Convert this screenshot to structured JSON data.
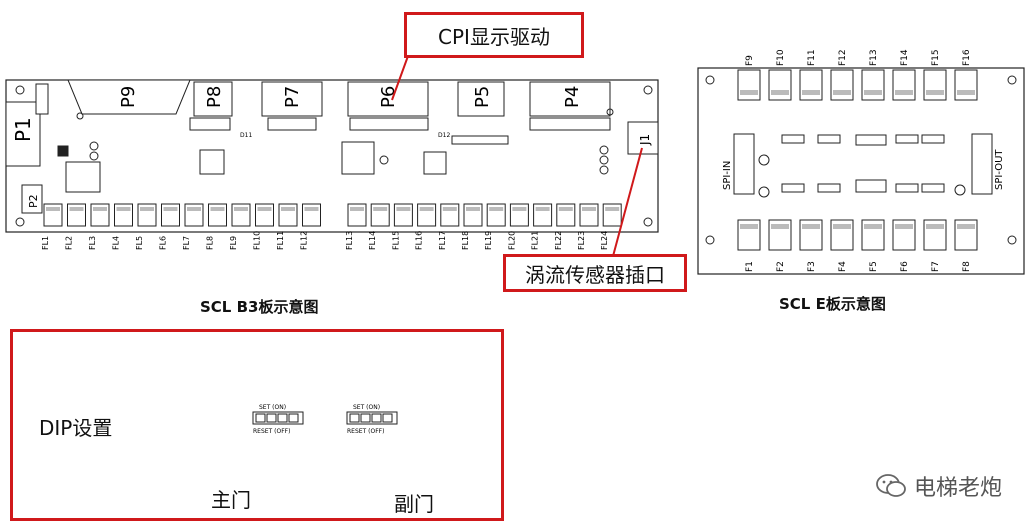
{
  "board_b3": {
    "connectors": [
      "P1",
      "P2",
      "P9",
      "P8",
      "P7",
      "P6",
      "P5",
      "P4",
      "J1"
    ],
    "fl_labels": [
      "FL1",
      "FL2",
      "FL3",
      "FL4",
      "FL5",
      "FL6",
      "FL7",
      "FL8",
      "FL9",
      "FL10",
      "FL11",
      "FL12",
      "FL13",
      "FL14",
      "FL15",
      "FL16",
      "FL17",
      "FL18",
      "FL19",
      "FL20",
      "FL21",
      "FL22",
      "FL23",
      "FL24"
    ],
    "small_labels": [
      "D11",
      "D12"
    ],
    "caption": "SCL B3板示意图"
  },
  "board_e": {
    "top_labels": [
      "F9",
      "F10",
      "F11",
      "F12",
      "F13",
      "F14",
      "F15",
      "F16"
    ],
    "bottom_labels": [
      "F1",
      "F2",
      "F3",
      "F4",
      "F5",
      "F6",
      "F7",
      "F8"
    ],
    "spi_in": "SPI-IN",
    "spi_out": "SPI-OUT",
    "caption": "SCL E板示意图"
  },
  "callouts": {
    "cpi": "CPI显示驱动",
    "eddy": "涡流传感器插口"
  },
  "dip": {
    "title": "DIP设置",
    "set_label": "SET (ON)",
    "reset_label": "RESET (OFF)",
    "main_door": "主门",
    "sub_door": "副门"
  },
  "watermark": "电梯老炮",
  "colors": {
    "callout_border": "#d0191b",
    "line": "#222222"
  }
}
